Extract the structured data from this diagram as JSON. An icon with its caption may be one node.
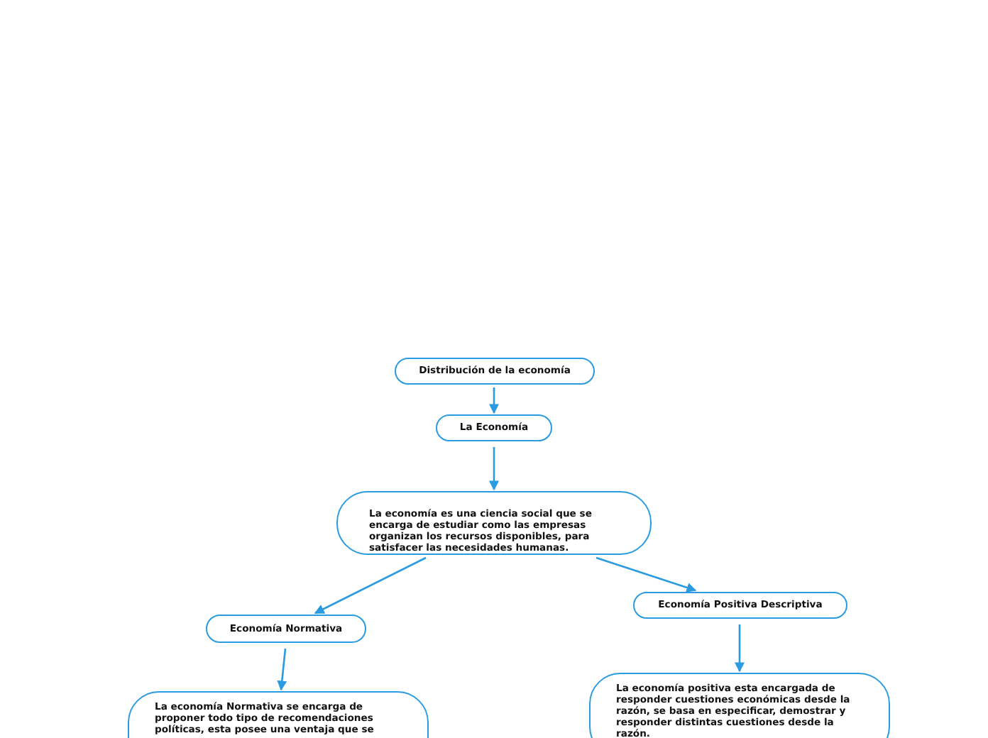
{
  "diagram": {
    "nodes": [
      {
        "text": [
          "Distribución de la economía"
        ]
      },
      {
        "text": [
          "La Economía"
        ]
      },
      {
        "text": [
          "La economía es una ciencia social que se encarga de estudiar como las empresas organizan los recursos disponibles, para satisfacer las necesidades humanas."
        ]
      },
      {
        "text": [
          "Economía Normativa"
        ]
      },
      {
        "text": [
          "Economía Positiva Descriptiva"
        ]
      },
      {
        "text": [
          "La economía Normativa se encarga de proponer todo tipo de recomendaciones políticas, esta posee una ventaja que se"
        ]
      },
      {
        "text": [
          "La economía positiva esta encargada de responder cuestiones económicas desde la razón, se basa en especificar, demostrar y responder distintas cuestiones desde la razón."
        ]
      }
    ],
    "edges": [
      {
        "from": 0,
        "to": 1,
        "arrow": "to"
      },
      {
        "from": 1,
        "to": 2,
        "arrow": "to"
      },
      {
        "from": 2,
        "to": 3,
        "arrow": "to"
      },
      {
        "from": 2,
        "to": 4,
        "arrow": "to"
      },
      {
        "from": 3,
        "to": 5,
        "arrow": "to"
      },
      {
        "from": 4,
        "to": 6,
        "arrow": "to"
      }
    ]
  }
}
